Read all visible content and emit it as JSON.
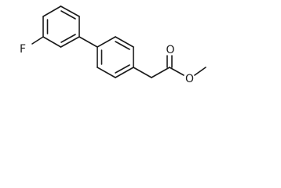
{
  "diagram": {
    "atoms": [
      {
        "id": "F",
        "label": "F"
      },
      {
        "id": "O_carbonyl",
        "label": "O"
      },
      {
        "id": "O_ester",
        "label": "O"
      }
    ]
  }
}
